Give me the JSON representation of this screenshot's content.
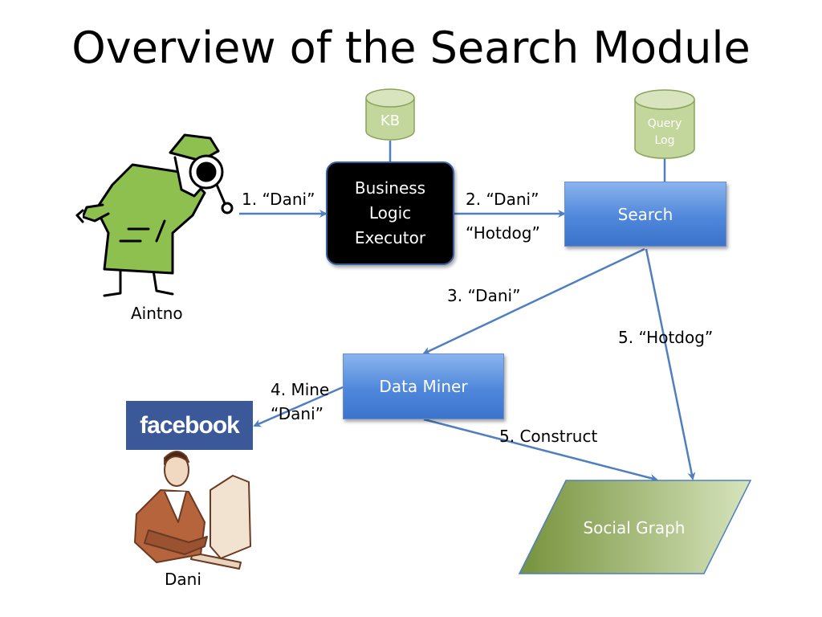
{
  "title": "Overview of the Search Module",
  "nodes": {
    "kb": "KB",
    "query_log_line1": "Query",
    "query_log_line2": "Log",
    "ble_line1": "Business",
    "ble_line2": "Logic",
    "ble_line3": "Executor",
    "search": "Search",
    "data_miner": "Data Miner",
    "social_graph": "Social Graph",
    "facebook": "facebook",
    "aintno": "Aintno",
    "dani": "Dani"
  },
  "edges": {
    "e1": "1. “Dani”",
    "e2": "2. “Dani”",
    "e2b": "“Hotdog”",
    "e3": "3. “Dani”",
    "e4a": "4. Mine",
    "e4b": "“Dani”",
    "e5a": "5. “Hotdog”",
    "e5b": "5. Construct"
  },
  "colors": {
    "arrow": "#4f7fc0",
    "box_blue": "#4f87db",
    "cylinder": "#c3d69b",
    "facebook": "#3b5998",
    "social_graph": "#76923c"
  },
  "icons": {
    "detective": "detective-clipart",
    "person": "person-at-computer-clipart"
  }
}
